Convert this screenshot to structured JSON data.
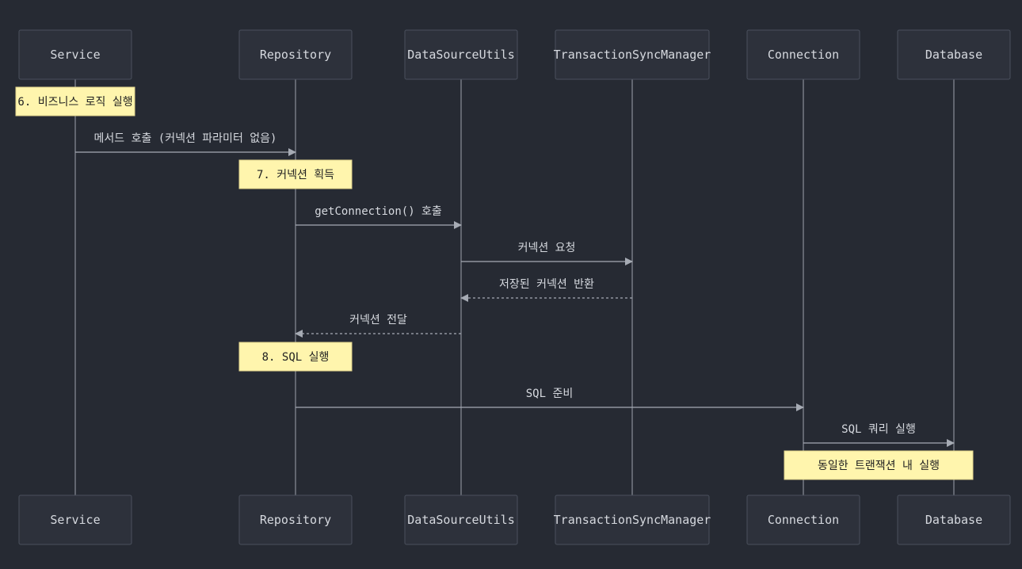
{
  "participants": [
    {
      "id": "service",
      "label": "Service"
    },
    {
      "id": "repository",
      "label": "Repository"
    },
    {
      "id": "datasourceutils",
      "label": "DataSourceUtils"
    },
    {
      "id": "transactionsyncmanager",
      "label": "TransactionSyncManager"
    },
    {
      "id": "connection",
      "label": "Connection"
    },
    {
      "id": "database",
      "label": "Database"
    }
  ],
  "events": [
    {
      "kind": "note",
      "over": [
        "service"
      ],
      "label": "6. 비즈니스 로직 실행"
    },
    {
      "kind": "message",
      "from": "service",
      "to": "repository",
      "style": "solid",
      "label": "메서드 호출 (커넥션 파라미터 없음)"
    },
    {
      "kind": "note",
      "over": [
        "repository"
      ],
      "label": "7. 커넥션 획득"
    },
    {
      "kind": "message",
      "from": "repository",
      "to": "datasourceutils",
      "style": "solid",
      "label": "getConnection() 호출"
    },
    {
      "kind": "message",
      "from": "datasourceutils",
      "to": "transactionsyncmanager",
      "style": "solid",
      "label": "커넥션 요청"
    },
    {
      "kind": "message",
      "from": "transactionsyncmanager",
      "to": "datasourceutils",
      "style": "dashed",
      "label": "저장된 커넥션 반환"
    },
    {
      "kind": "message",
      "from": "datasourceutils",
      "to": "repository",
      "style": "dashed",
      "label": "커넥션 전달"
    },
    {
      "kind": "note",
      "over": [
        "repository"
      ],
      "label": "8. SQL 실행"
    },
    {
      "kind": "message",
      "from": "repository",
      "to": "connection",
      "style": "solid",
      "label": "SQL 준비"
    },
    {
      "kind": "message",
      "from": "connection",
      "to": "database",
      "style": "solid",
      "label": "SQL 쿼리 실행"
    },
    {
      "kind": "note",
      "over": [
        "connection",
        "database"
      ],
      "label": "동일한 트랜잭션 내 실행"
    }
  ]
}
